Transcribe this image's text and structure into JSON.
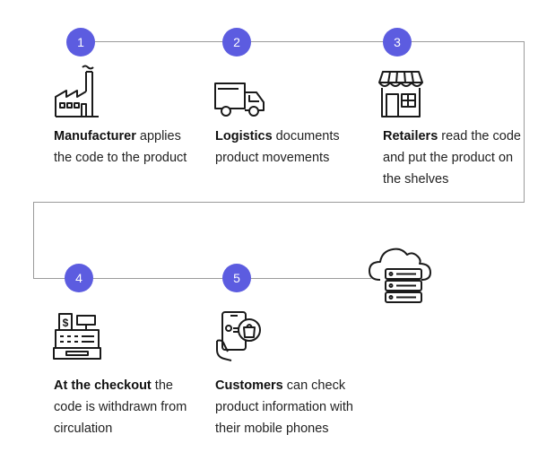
{
  "steps": [
    {
      "number": "1",
      "bold": "Manufacturer",
      "text": " applies the code to the product",
      "icon": "factory-icon"
    },
    {
      "number": "2",
      "bold": "Logistics",
      "text": " documents product movements",
      "icon": "truck-icon"
    },
    {
      "number": "3",
      "bold": "Retailers",
      "text": " read the code and put the product on the shelves",
      "icon": "store-icon"
    },
    {
      "number": "4",
      "bold": "At the checkout",
      "text": " the code is withdrawn from circulation",
      "icon": "cash-register-icon"
    },
    {
      "number": "5",
      "bold": "Customers",
      "text": " can check product information with their mobile phones",
      "icon": "mobile-phone-shopping-icon"
    }
  ],
  "extra_icon": "cloud-server-icon",
  "colors": {
    "badge": "#5c5ce0",
    "wire": "#9a9a9a",
    "stroke": "#1a1a1a"
  }
}
